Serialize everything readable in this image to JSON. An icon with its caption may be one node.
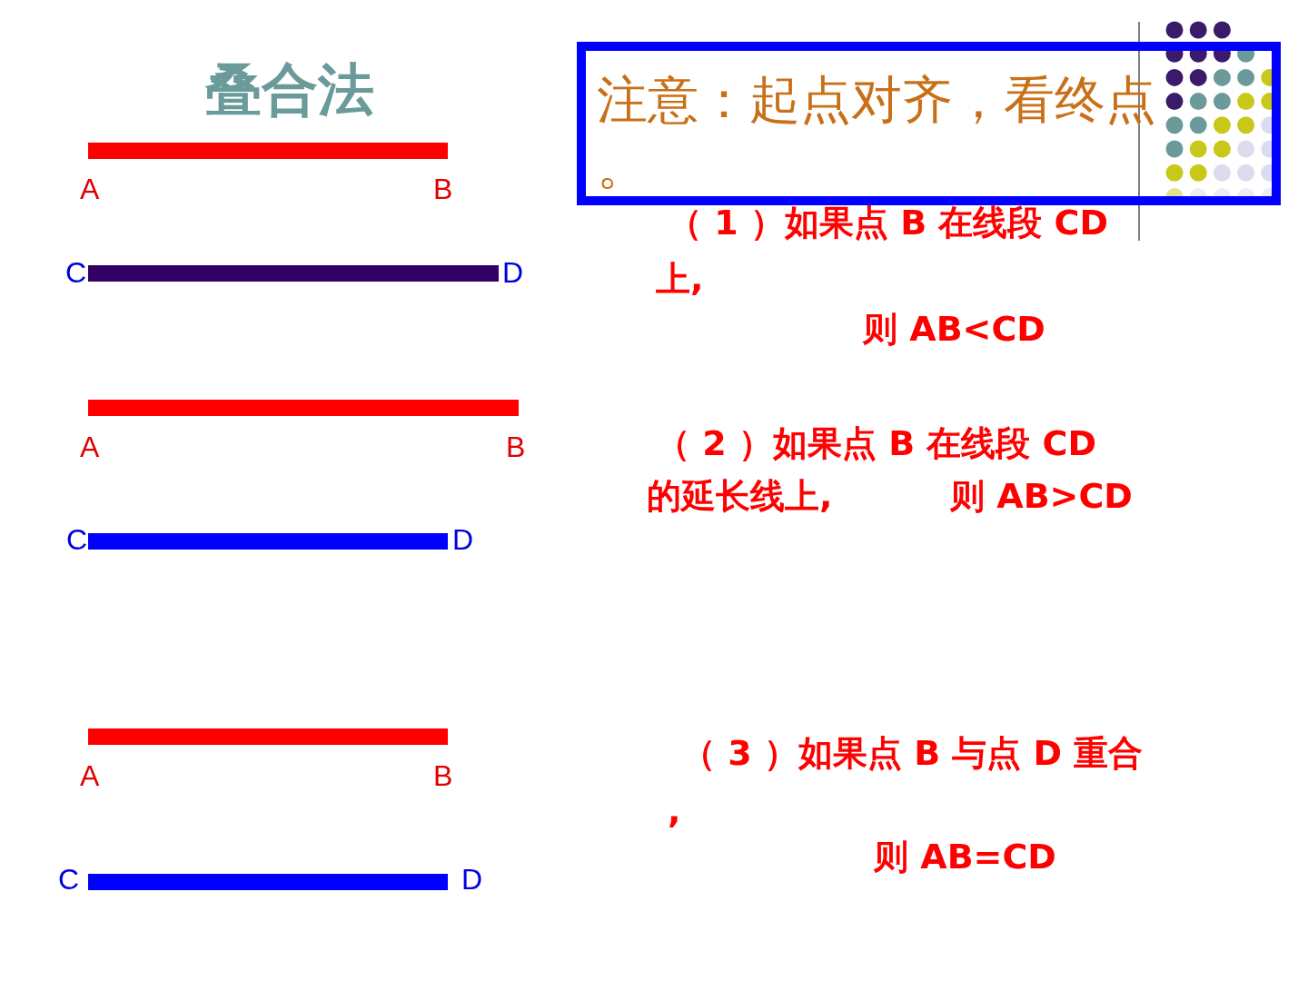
{
  "diagram": {
    "title": "叠合法",
    "nodes": [
      {
        "text": [
          "注意：起点对齐，看终点。"
        ]
      }
    ],
    "labels": [
      "A",
      "B",
      "C",
      "D",
      "（ 1 ）如果点 B 在线段 CD",
      "上,",
      "则 AB<CD",
      "A",
      "B",
      "（ 2 ）如果点 B 在线段 CD",
      "的延长线上,",
      "则 AB>CD",
      "C",
      "D",
      "A",
      "B",
      "（ 3 ）如果点 B 与点 D 重合",
      ",",
      "则 AB=CD",
      "C",
      "D"
    ]
  }
}
